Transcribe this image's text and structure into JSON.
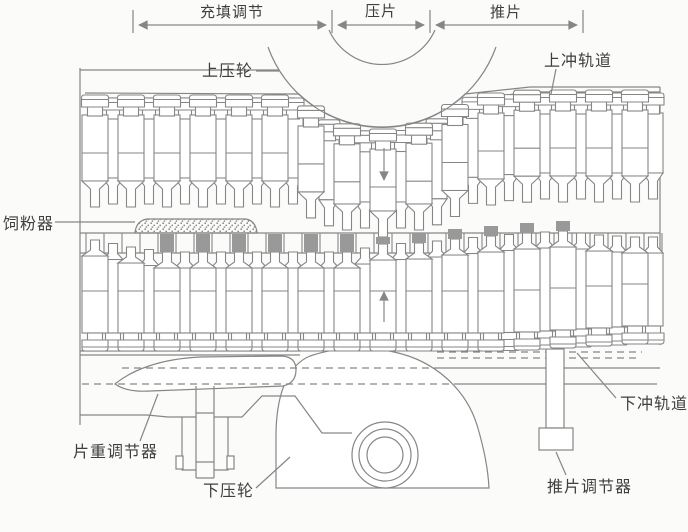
{
  "diagram": {
    "kind": "rotary-tablet-press-process-diagram",
    "zones": {
      "fill": "充填调节",
      "press": "压片",
      "eject": "推片"
    },
    "labels": {
      "upper_wheel": "上压轮",
      "upper_track": "上冲轨道",
      "feeder": "饲粉器",
      "lower_track": "下冲轨道",
      "weight_adjuster": "片重调节器",
      "lower_wheel": "下压轮",
      "eject_adjuster": "推片调节器"
    },
    "colors": {
      "line": "#868686",
      "text": "#3f3f3f",
      "tablet_fill": "#999999",
      "background": "#fbfbfa"
    }
  }
}
